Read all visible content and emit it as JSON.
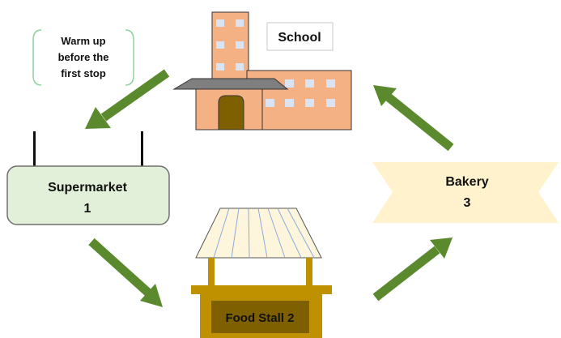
{
  "note": {
    "lines": [
      "Warm up",
      "before the",
      "first stop"
    ]
  },
  "school": {
    "label": "School"
  },
  "supermarket": {
    "name": "Supermarket",
    "number": "1"
  },
  "bakery": {
    "name": "Bakery",
    "number": "3"
  },
  "food_stall": {
    "label": "Food Stall 2"
  },
  "colors": {
    "arrow": "#5b8a2e",
    "building": "#f4b183",
    "roof": "#7f7f7f",
    "door": "#7f6000",
    "window": "#dae3f3",
    "supermarket_fill": "#e2f0d9",
    "bakery_fill": "#fff2cc",
    "stall_wood": "#bf9000",
    "awning": "#fdf6dc",
    "awning_stripe": "#8faadc"
  }
}
